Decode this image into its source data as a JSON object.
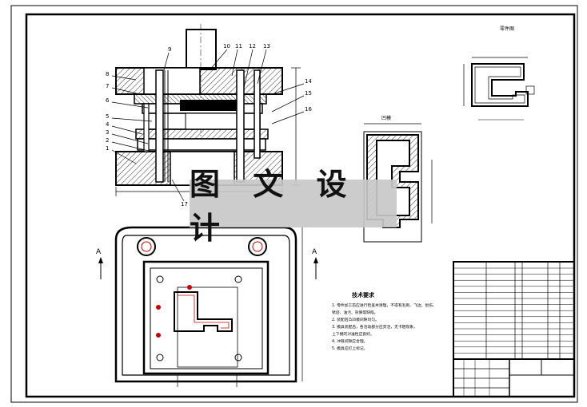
{
  "watermark": {
    "text": "图 文 设 计"
  },
  "leader_labels": [
    "8",
    "7",
    "6",
    "5",
    "4",
    "3",
    "2",
    "1",
    "9",
    "10",
    "11",
    "12",
    "13",
    "14",
    "15",
    "16",
    "17"
  ],
  "view_marks": {
    "a_left": "A",
    "a_right": "A"
  },
  "section_titles": {
    "top_right": "零件图",
    "middle_right": "凹模"
  },
  "notes": {
    "title": "技术要求",
    "lines": [
      "1. 零件加工前应进行检查并清理，不得有毛刺、飞边、划伤、",
      "   锈迹、油污、杂质等缺陷。",
      "2. 装配后凸凹模间隙均匀。",
      "3. 模具装配后，各活动部分应灵活，无卡阻现象，",
      "   上下模的对准性应良好。",
      "4. 冲裁间隙应合理。",
      "5. 模具应打上标记。"
    ]
  },
  "colors": {
    "line": "#000000",
    "hatch": "#000000",
    "accent": "#cc0000",
    "paper": "#ffffff"
  }
}
